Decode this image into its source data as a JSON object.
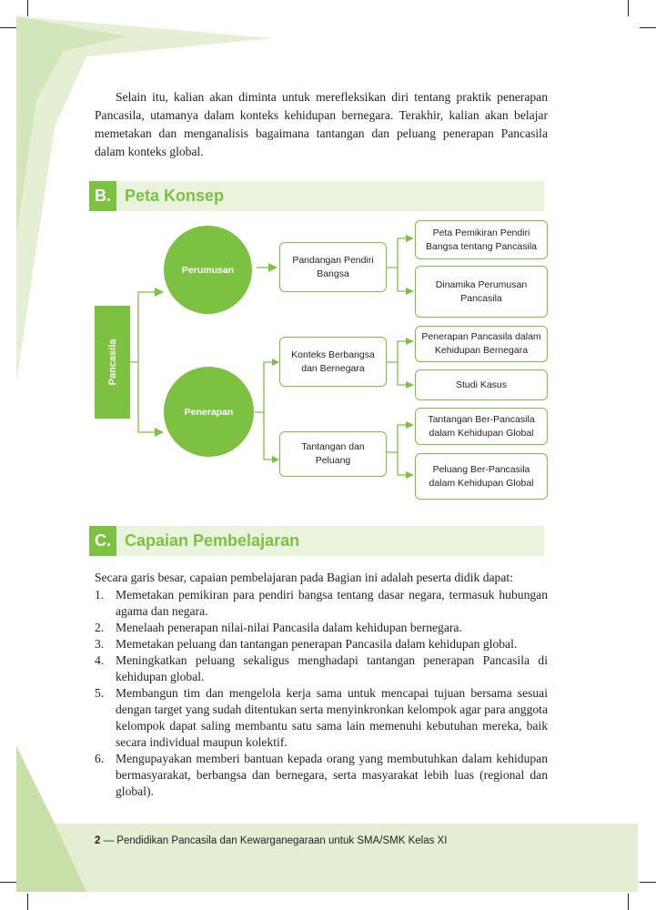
{
  "intro_paragraph": "Selain itu, kalian akan diminta untuk merefleksikan diri tentang praktik penerapan Pancasila, utamanya dalam konteks kehidupan bernegara. Terakhir, kalian akan belajar memetakan dan menganalisis bagaimana tantangan dan peluang penerapan Pancasila dalam konteks global.",
  "section_b": {
    "letter": "B.",
    "title": "Peta Konsep"
  },
  "concept_map": {
    "root": "Pancasila",
    "perumusan": "Perumusan",
    "penerapan": "Penerapan",
    "pandangan": "Pandangan Pendiri Bangsa",
    "konteks": "Konteks Berbangsa dan Bernegara",
    "tantangan": "Tantangan dan Peluang",
    "peta_pemikiran": "Peta Pemikiran Pendiri Bangsa tentang Pancasila",
    "dinamika": "Dinamika Perumusan Pancasila",
    "penerapan_pancasila": "Penerapan Pancasila dalam Kehidupan Bernegara",
    "studi_kasus": "Studi Kasus",
    "tantangan_global": "Tantangan Ber-Pancasila dalam Kehidupan Global",
    "peluang_global": "Peluang Ber-Pancasila dalam Kehidupan Global",
    "accent_color": "#7dc142"
  },
  "section_c": {
    "letter": "C.",
    "title": "Capaian Pembelajaran"
  },
  "capaian_intro": "Secara garis besar, capaian pembelajaran pada Bagian ini adalah peserta didik dapat:",
  "capaian_items": [
    {
      "num": "1.",
      "text": "Memetakan pemikiran para pendiri bangsa tentang dasar negara, termasuk hubungan agama dan negara."
    },
    {
      "num": "2.",
      "text": "Menelaah penerapan nilai-nilai Pancasila dalam kehidupan bernegara."
    },
    {
      "num": "3.",
      "text": "Memetakan peluang dan tantangan penerapan Pancasila dalam kehidupan global."
    },
    {
      "num": "4.",
      "text": "Meningkatkan peluang sekaligus menghadapi tantangan penerapan Pancasila di kehidupan global."
    },
    {
      "num": "5.",
      "text": "Membangun tim dan mengelola kerja sama untuk mencapai tujuan bersama sesuai dengan target yang sudah ditentukan serta menyinkronkan kelompok agar para anggota kelompok dapat saling membantu satu sama lain memenuhi kebutuhan mereka, baik secara individual maupun kolektif."
    },
    {
      "num": "6.",
      "text": "Mengupayakan memberi bantuan kepada orang yang membutuhkan dalam kehidupan bermasyarakat, berbangsa dan bernegara, serta masyarakat lebih luas (regional dan global)."
    }
  ],
  "footer": {
    "page_number": "2",
    "text": " — Pendidikan Pancasila dan Kewarganegaraan untuk SMA/SMK Kelas XI"
  }
}
